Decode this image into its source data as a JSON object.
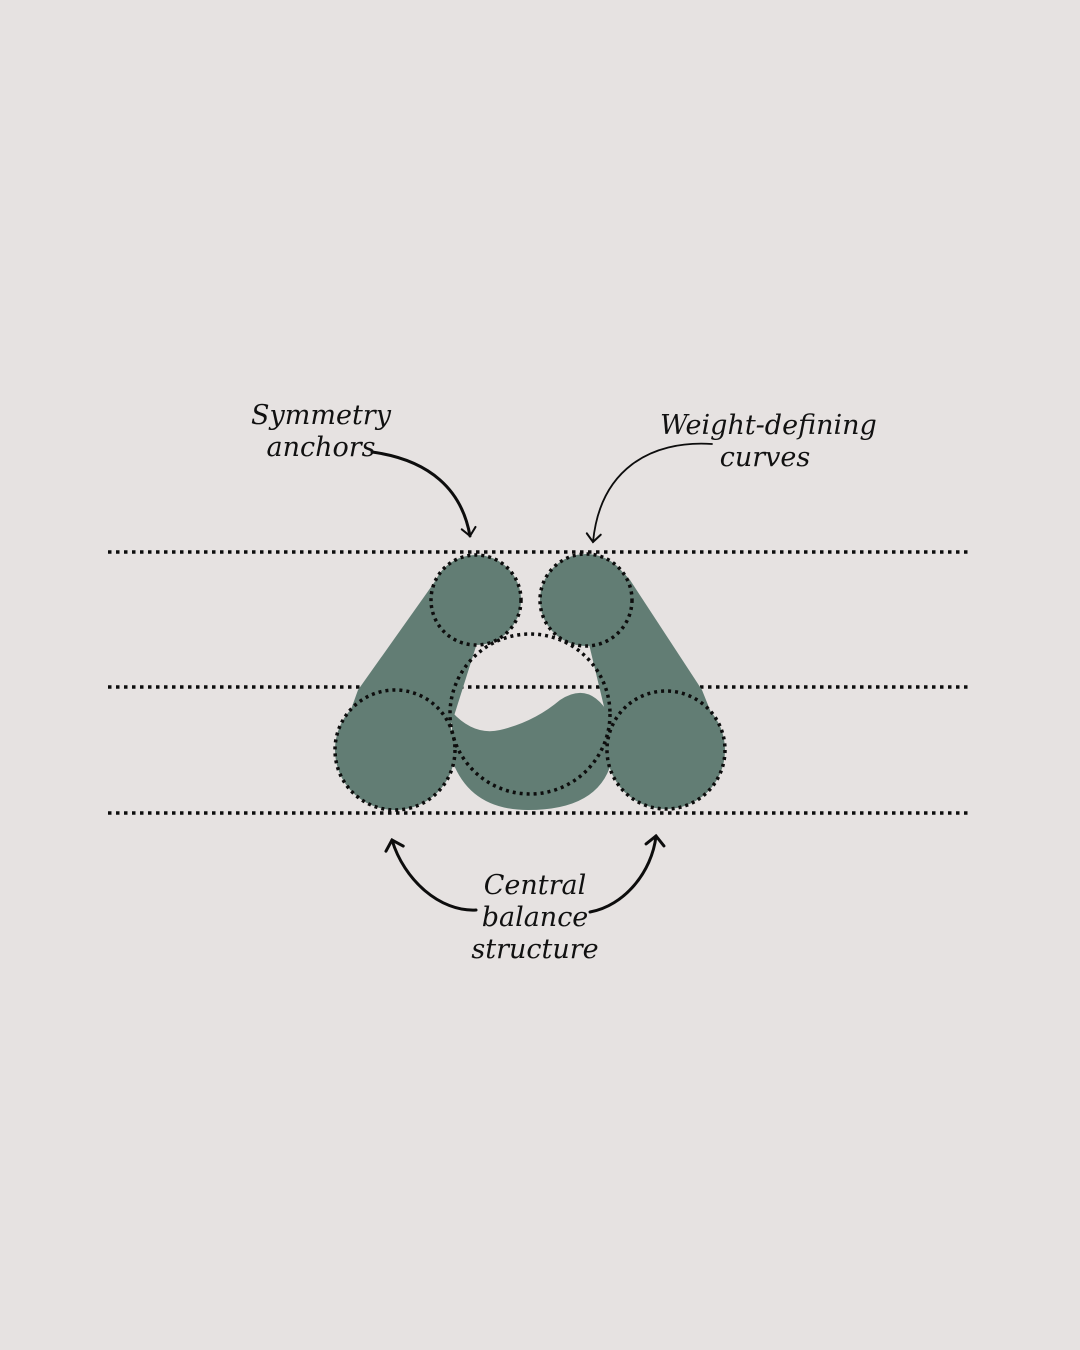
{
  "colors": {
    "background": "#e6e2e1",
    "logo_fill": "#627d74",
    "line": "#0d0d0d"
  },
  "annotations": {
    "symmetry": {
      "line1": "Symmetry",
      "line2": "anchors"
    },
    "weight": {
      "line1": "Weight-defining",
      "line2": "curves"
    },
    "central": {
      "line1": "Central",
      "line2": "balance",
      "line3": "structure"
    }
  }
}
